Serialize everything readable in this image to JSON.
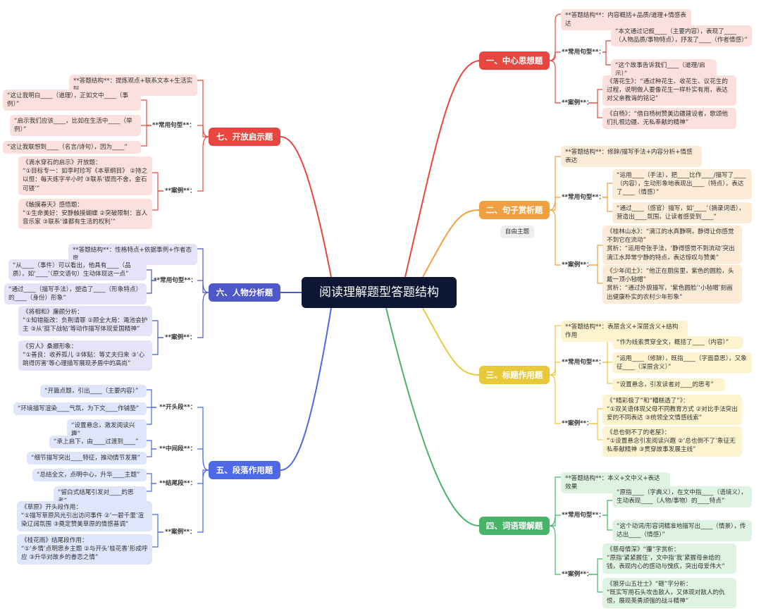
{
  "root": "阅读理解题型答题结构",
  "colors": {
    "b1": "#e8463f",
    "b2": "#f0a040",
    "b3": "#e9c83a",
    "b4": "#48b46a",
    "b5": "#4e68e8",
    "b6": "#4e58c8",
    "b7": "#e8463f"
  },
  "b1": {
    "title": "一、中心思想题",
    "structure": "**答题结构**：内容概括+品质/道理+情感表达",
    "phrase_label": "**常用句型**：",
    "phrase1": "“本文通过记叙____（主要内容），表现了____（人物品质/事物特点），抒发了____（作者情感）”",
    "phrase2": "“这个故事告诉我们____（道理/启示）”",
    "case_label": "**案例**：",
    "case1": "《落花生》：“通过种花生、收花生、议花生的过程，说明做人要像花生一样朴实有用，表达对父亲教诲的铭记”",
    "case2": "《白杨》：“借白杨树赞美边疆建设者，歌颂他们扎根边疆、无私奉献的精神”"
  },
  "b2": {
    "title": "二、句子赏析题",
    "free": "自由主题",
    "structure": "**答题结构**：修辞/描写手法+内容分析+情感表达",
    "phrase_label": "**常用句型**：",
    "phrase1": "“运用____（手法），把____比作____/描写了____（内容），生动形象地表现出____（特点），表达了____（情感）”",
    "phrase2": "“通过____（感官）描写，如‘____’（摘录词语），营造出____氛围，让读者感受到____”",
    "case_label": "**案例**：",
    "case1": "《桂林山水》：“漓江的水真静啊，静得让你感觉不到它在流动”\n赏析：“运用夸张手法，‘静得感觉不到流动’突出漓江水异常宁静的特点，表达惊叹与赞美”",
    "case2": "《少年闰土》：“他正在厨房里，紫色的圆脸，头戴一顶小毡帽”\n赏析：“通过外貌描写，‘紫色圆脸’‘小毡帽’刻画出健康朴实的农村少年形象”"
  },
  "b3": {
    "title": "三、标题作用题",
    "structure": "**答题结构**：表层含义+深层含义+结构作用",
    "phrase_label": "**常用句型**：",
    "phrase1": "“作为线索贯穿全文，概括了____（内容）”",
    "phrase2": "“运用____（修辞），既指____（字面意思），又象征____（深层含义）”",
    "phrase3": "“设置悬念，引发读者对____的思考”",
    "case_label": "**案例**：",
    "case1": "《“精彩极了”和“糟糕透了”》：\n“①双关语体现父母不同教育方式 ②对比手法突出爱的不同表达 ③统领全文情感线索”",
    "case2": "《总也倒不了的老屋》：\n“①设置悬念引发阅读兴趣 ②‘总也倒不了’象征无私奉献精神 ③贯穿故事发展主线”"
  },
  "b4": {
    "title": "四、词语理解题",
    "structure": "**答题结构**：本义+文中义+表达效果",
    "phrase_label": "**常用句型**：",
    "phrase1": "“原指____（字典义），在文中指____（语境义），生动表现____（人物/事物）的____特点”",
    "phrase2": "“这个动词/形容词精准地描写出____（情景），传达出____（情感）”",
    "case_label": "**案例**：",
    "case1": "《慈母情深》“攥”字赏析：\n“原指‘紧紧握住’，文中指‘我’紧握母亲给的钱，表现内心的感动与愧疚，突出母爱伟大”",
    "case2": "《狼牙山五壮士》“砸”字分析：\n“既实写用石头攻击敌人，又体现对敌人的仇恨，展现英勇顽强的战斗精神”"
  },
  "b5": {
    "title": "五、段落作用题",
    "open_label": "**开头段**：",
    "open1": "“开篇点题，引出____（主要内容）”",
    "open2": "“环境描写渲染____气氛，为下文____作铺垫”",
    "open3": "“设置悬念，激发阅读兴趣”",
    "mid_label": "**中间段**：",
    "mid1": "“承上启下，由____过渡到____”",
    "mid2": "“细节描写突出____特征，推动情节发展”",
    "end_label": "**结尾段**：",
    "end1": "“总结全文，点明中心，升华____主题”",
    "end2": "“留白式结尾引发对____的思考”",
    "case_label": "**案例**：",
    "case1": "《草原》开头段作用：\n“①描写草原风光引出访问事件 ②‘一碧千里’渲染辽阔氛围 ③奠定赞美草原的情感基调”",
    "case2": "《桂花雨》结尾段作用：\n“①‘乡情’点明思乡主题 ②与开头‘桂花香’形成呼应 ③升华对故乡的眷恋之情”"
  },
  "b6": {
    "title": "六、人物分析题",
    "structure": "**答题结构**：性格特点+依据事例+作者态度",
    "phrase_label": "**常用句型**：",
    "phrase1": "“从____（事件）可以看出，他具有____（品质），如‘____’（原文语句）生动体现这一点”",
    "phrase2": "“通过____（描写手法），塑造了____（形象特点）的____（身份）形象”",
    "case_label": "**案例**：",
    "case1": "《将相和》廉颇分析：\n“①知错能改：负荆请罪 ②顾全大局：渑池会护主 ③从‘挺下战帖’等动作描写体现爱国精神”",
    "case2": "《穷人》桑娜形象：\n“①善良：收养孤儿 ②体贴：等丈夫归来 ③‘心跳得厉害’等心理描写展现矛盾中的高尚”"
  },
  "b7": {
    "title": "七、开放启示题",
    "structure": "**答题结构**：提炼观点+联系文本+生活实际",
    "phrase_label": "**常用句型**：",
    "phrase1": "“这让我明白____（道理），正如文中____（事例）”",
    "phrase2": "“启示我们应该____，比如在生活中____（举例）”",
    "phrase3": "“这让我联想到____（名言/诗句），因为____”",
    "case_label": "**案例**：",
    "case1": "《滴水穿石的启示》开放题：\n“①目标专一：如李时珍写《本草纲目》 ②持之以恒：每天练字半小时 ③联系‘锲而不舍，金石可镂’”",
    "case2": "《触摸春天》感悟题：\n“①生命美好：安静触摸蝴蝶 ②突破限制：盲人音乐家 ③联系‘谁都有生活的权利’”"
  }
}
